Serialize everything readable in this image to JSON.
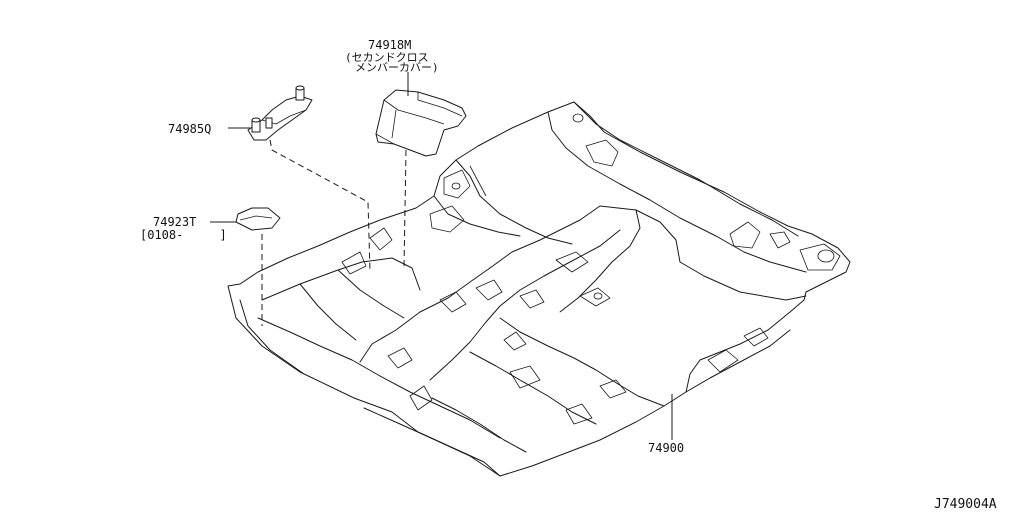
{
  "diagram": {
    "parts": [
      {
        "id": "part_74918m",
        "number": "74918M",
        "note_line1": "(セカンドクロス",
        "note_line2": "メンバーカバー)"
      },
      {
        "id": "part_74985q",
        "number": "74985Q"
      },
      {
        "id": "part_74923t",
        "number": "74923T",
        "note_line1": "[0108-     ]"
      },
      {
        "id": "part_74900",
        "number": "74900"
      }
    ],
    "figure_code": "J749004A"
  }
}
